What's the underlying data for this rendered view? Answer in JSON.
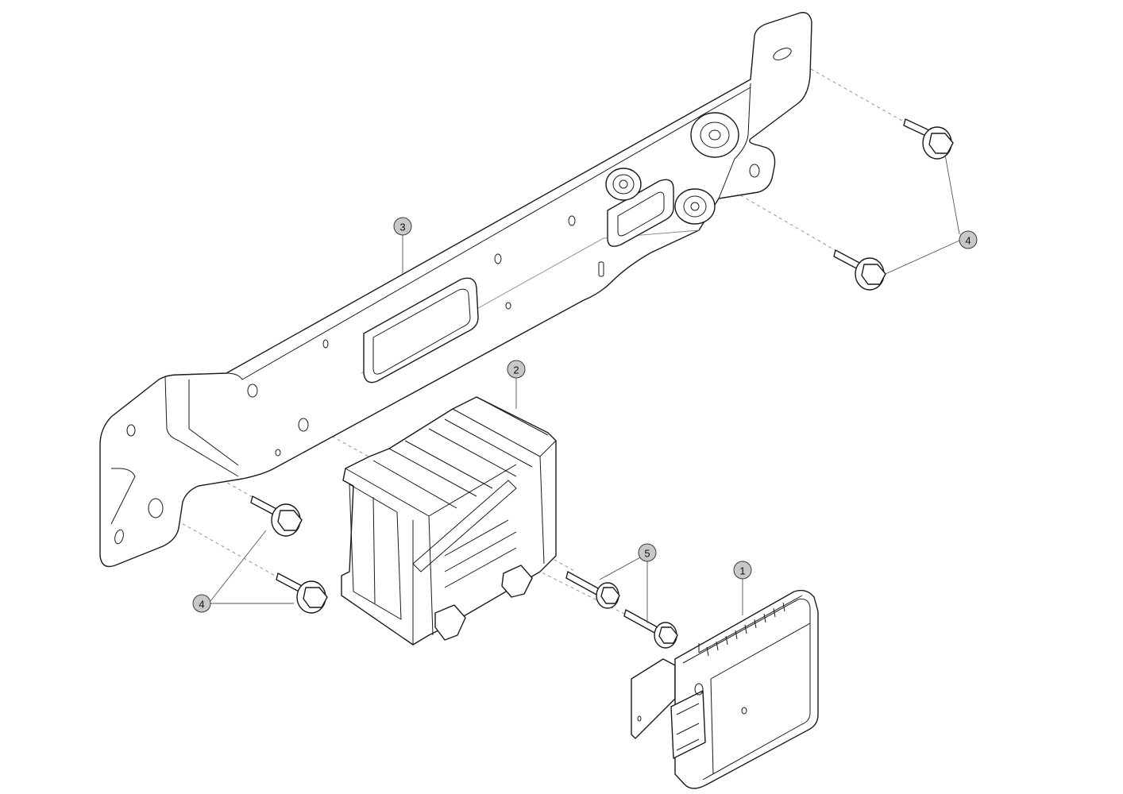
{
  "callouts": [
    {
      "id": "c1",
      "label": "1"
    },
    {
      "id": "c2",
      "label": "2"
    },
    {
      "id": "c3",
      "label": "3"
    },
    {
      "id": "c4a",
      "label": "4"
    },
    {
      "id": "c4b",
      "label": "4"
    },
    {
      "id": "c5",
      "label": "5"
    }
  ],
  "colors": {
    "line": "#1a1a1a",
    "callout_fill": "#c8c8c8",
    "background": "#ffffff"
  }
}
